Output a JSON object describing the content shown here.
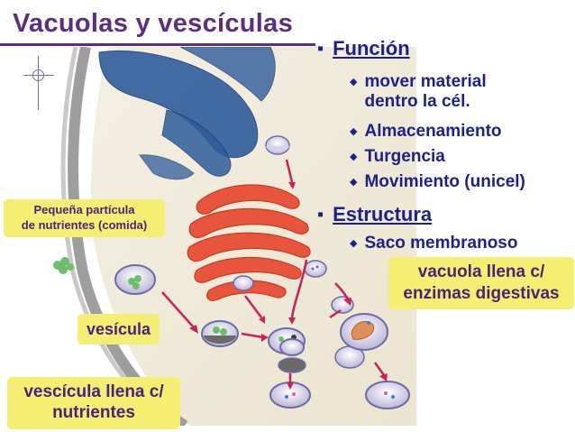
{
  "slide": {
    "title": "Vacuolas y vescículas"
  },
  "bullets": [
    {
      "text": "Función",
      "subitems": [
        {
          "line1": "mover material",
          "line2": "dentro la cél."
        },
        {
          "line1": "Almacenamiento"
        },
        {
          "line1": "Turgencia"
        },
        {
          "line1": "Movimiento (unicel)"
        }
      ]
    },
    {
      "text": "Estructura",
      "subitems": [
        {
          "line1": "Saco membranoso"
        }
      ]
    }
  ],
  "labels": {
    "particle": {
      "line1": "Pequeña partícula",
      "line2": "de nutrientes (comida)"
    },
    "vesicula": "vesícula",
    "vesicula_llena": {
      "line1": "vescícula llena c/",
      "line2": "nutrientes"
    },
    "vacuola": {
      "line1": "vacuola llena c/",
      "line2": "enzimas digestivas"
    }
  },
  "colors": {
    "title": "#5b2e7e",
    "bullet_text": "#1f1f8c",
    "label_bg": "#f5ee72",
    "label_text": "#4e1f7a",
    "golgi": "#e8553c",
    "er": "#2e5d9c"
  }
}
